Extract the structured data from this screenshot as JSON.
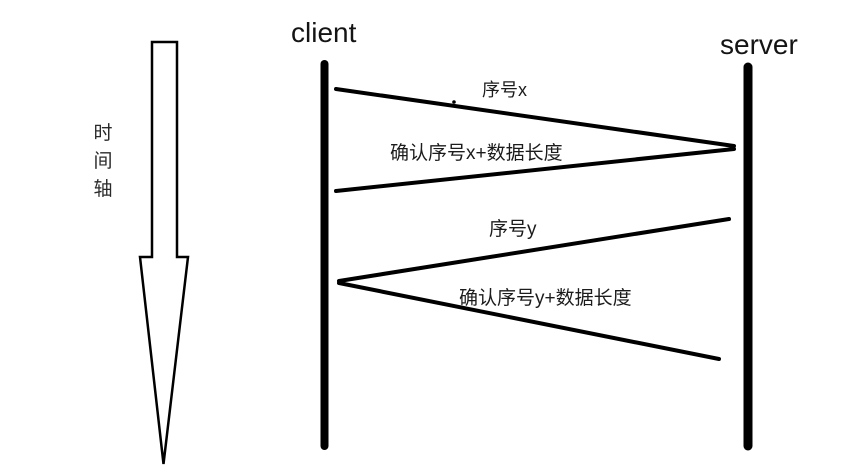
{
  "diagram": {
    "type": "sequence-diagram",
    "background_color": "#ffffff",
    "ink_color": "#000000",
    "text_color": "#1c1c1c",
    "time_axis": {
      "label": "时间轴",
      "direction": "down"
    },
    "lifelines": [
      {
        "id": "client",
        "label": "client"
      },
      {
        "id": "server",
        "label": "server"
      }
    ],
    "messages": [
      {
        "label": "序号x",
        "from": "client",
        "to": "server"
      },
      {
        "label": "确认序号x+数据长度",
        "from": "server",
        "to": "client"
      },
      {
        "label": "序号y",
        "from": "server",
        "to": "client"
      },
      {
        "label": "确认序号y+数据长度",
        "from": "client",
        "to": "server"
      }
    ]
  }
}
